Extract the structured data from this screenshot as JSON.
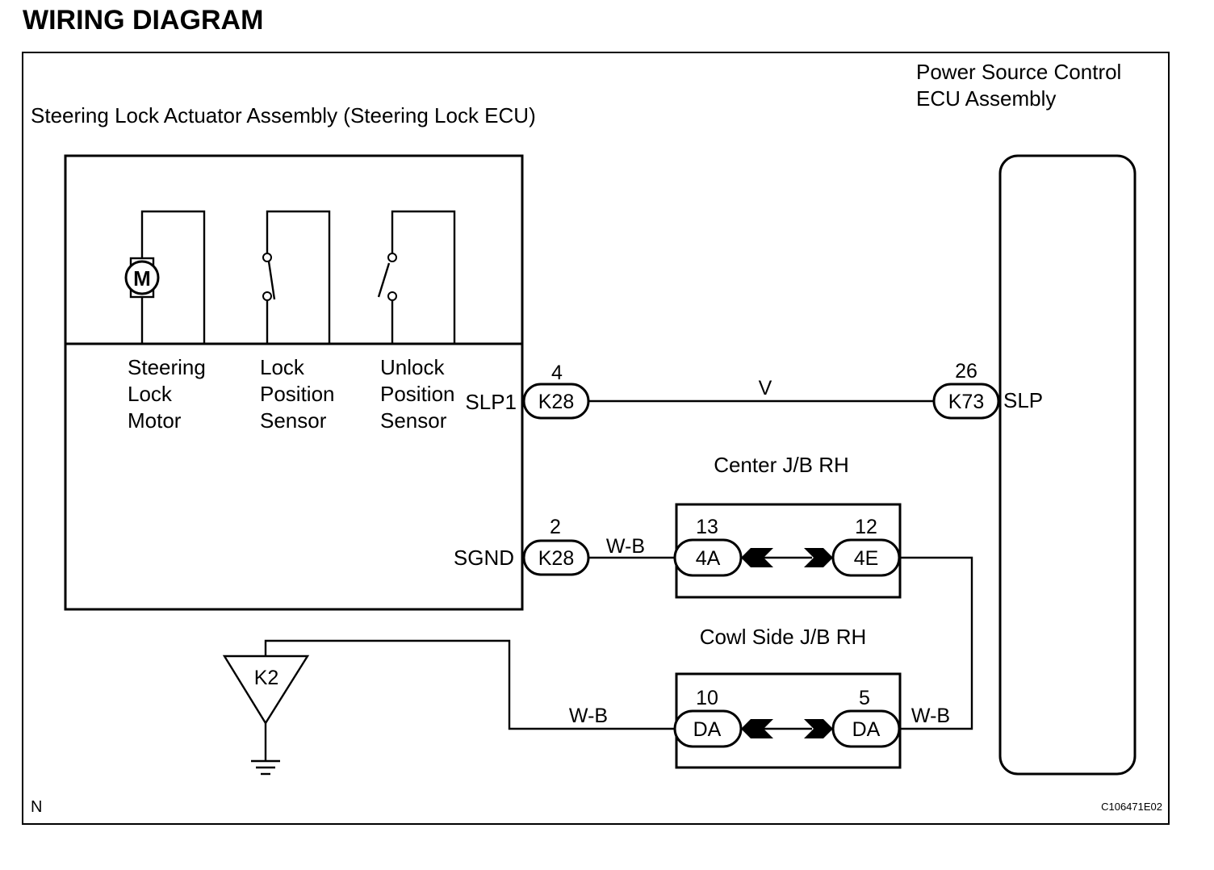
{
  "title": "WIRING DIAGRAM",
  "steering_ecu": {
    "label": "Steering Lock Actuator Assembly (Steering Lock ECU)",
    "components": {
      "motor": {
        "symbol": "M",
        "lines": [
          "Steering",
          "Lock",
          "Motor"
        ]
      },
      "lock_sensor": {
        "lines": [
          "Lock",
          "Position",
          "Sensor"
        ]
      },
      "unlock_sensor": {
        "lines": [
          "Unlock",
          "Position",
          "Sensor"
        ]
      }
    },
    "terminals": {
      "slp1": {
        "name": "SLP1",
        "pin": "4",
        "connector": "K28"
      },
      "sgnd": {
        "name": "SGND",
        "pin": "2",
        "connector": "K28"
      }
    }
  },
  "power_ecu": {
    "label_lines": [
      "Power Source Control",
      "ECU Assembly"
    ],
    "terminal": {
      "name": "SLP",
      "pin": "26",
      "connector": "K73"
    }
  },
  "wires": {
    "slp_wire": "V",
    "sgnd_wire": "W-B",
    "cowl_left_wire": "W-B",
    "cowl_right_wire": "W-B"
  },
  "center_jb": {
    "label": "Center J/B RH",
    "left": {
      "pin": "13",
      "connector": "4A"
    },
    "right": {
      "pin": "12",
      "connector": "4E"
    }
  },
  "cowl_jb": {
    "label": "Cowl Side J/B RH",
    "left": {
      "pin": "10",
      "connector": "DA"
    },
    "right": {
      "pin": "5",
      "connector": "DA"
    }
  },
  "ground": {
    "label": "K2"
  },
  "footer": {
    "left": "N",
    "right": "C106471E02"
  }
}
